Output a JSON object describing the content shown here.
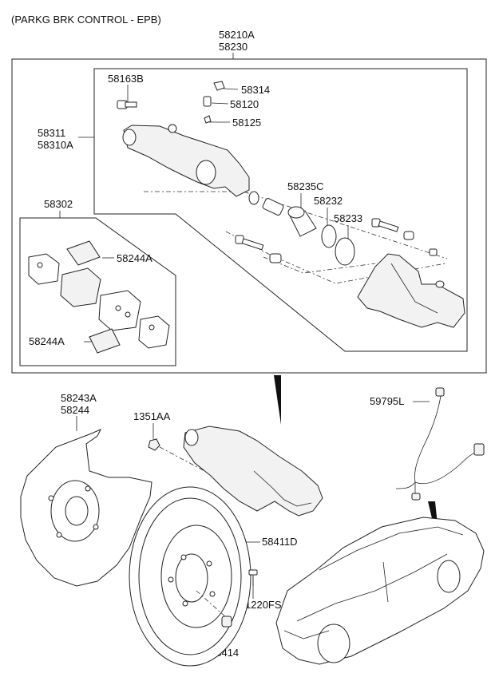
{
  "title": "(PARKG BRK CONTROL - EPB)",
  "labels": {
    "assy_code_1": "58210A",
    "assy_code_2": "58230",
    "bolt": "58163B",
    "cap": "58314",
    "bleeder": "58120",
    "bleeder_cap": "58125",
    "caliper_1": "58311",
    "caliper_2": "58310A",
    "piston": "58235C",
    "piston_seal": "58232",
    "boot": "58233",
    "pad_kit": "58302",
    "pad_clip_upper": "58244A",
    "pad_clip_lower": "58244A",
    "dust_cover_1": "58243A",
    "dust_cover_2": "58244",
    "nut": "1351AA",
    "sensor": "59795L",
    "disc": "58411D",
    "screw": "1220FS",
    "plug": "58414"
  }
}
